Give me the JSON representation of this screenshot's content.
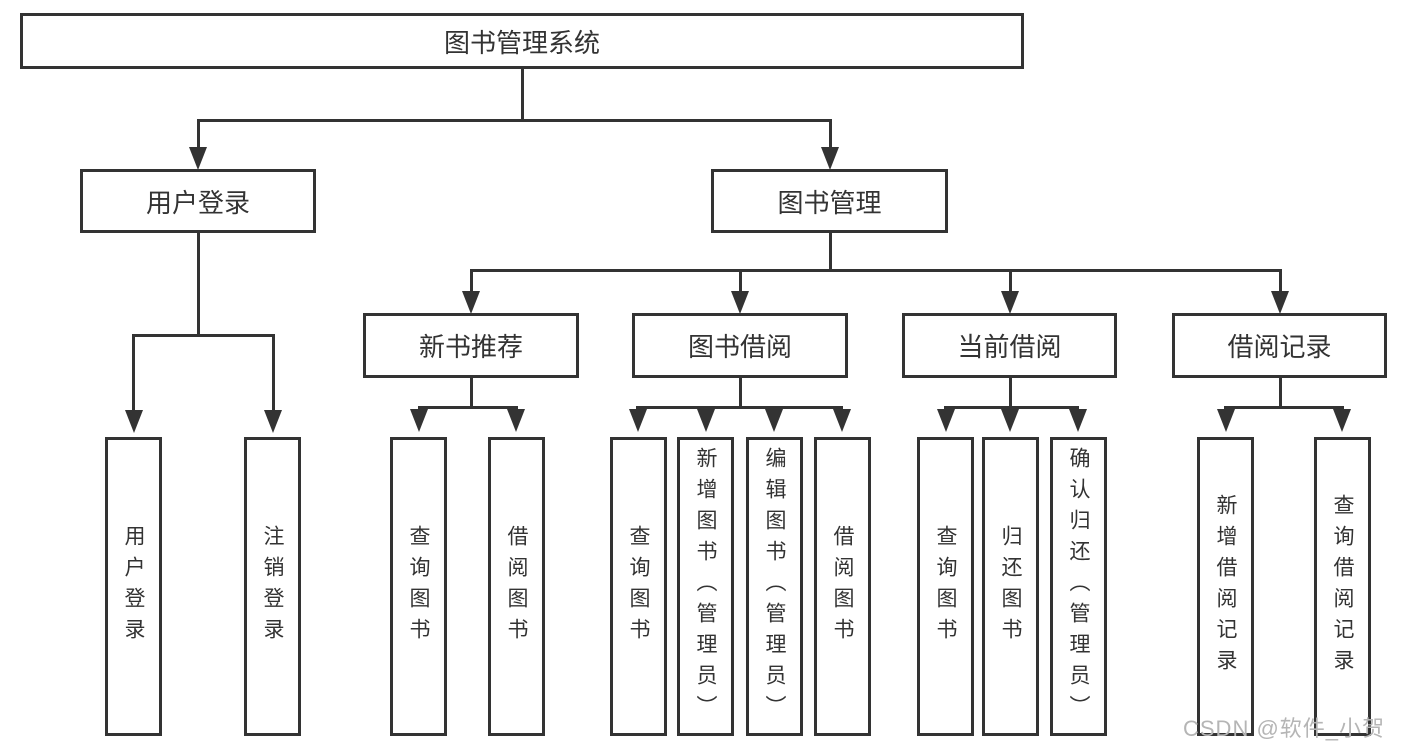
{
  "nodes": {
    "root": "图书管理系统",
    "user_login": "用户登录",
    "book_mgmt": "图书管理",
    "new_books": "新书推荐",
    "book_borrow": "图书借阅",
    "current_borrow": "当前借阅",
    "borrow_records": "借阅记录"
  },
  "leaves": {
    "user_login_1": "用户登录",
    "user_login_2": "注销登录",
    "new_books_1": "查询图书",
    "new_books_2": "借阅图书",
    "book_borrow_1": "查询图书",
    "book_borrow_2": "新增图书（管理员）",
    "book_borrow_3": "编辑图书（管理员）",
    "book_borrow_4": "借阅图书",
    "current_borrow_1": "查询图书",
    "current_borrow_2": "归还图书",
    "current_borrow_3": "确认归还（管理员）",
    "borrow_records_1": "新增借阅记录",
    "borrow_records_2": "查询借阅记录"
  },
  "watermark": "CSDN @软件_小贺同学",
  "colors": {
    "line": "#333333",
    "text": "#333333",
    "watermark": "#b5b5b5",
    "background": "#ffffff"
  }
}
